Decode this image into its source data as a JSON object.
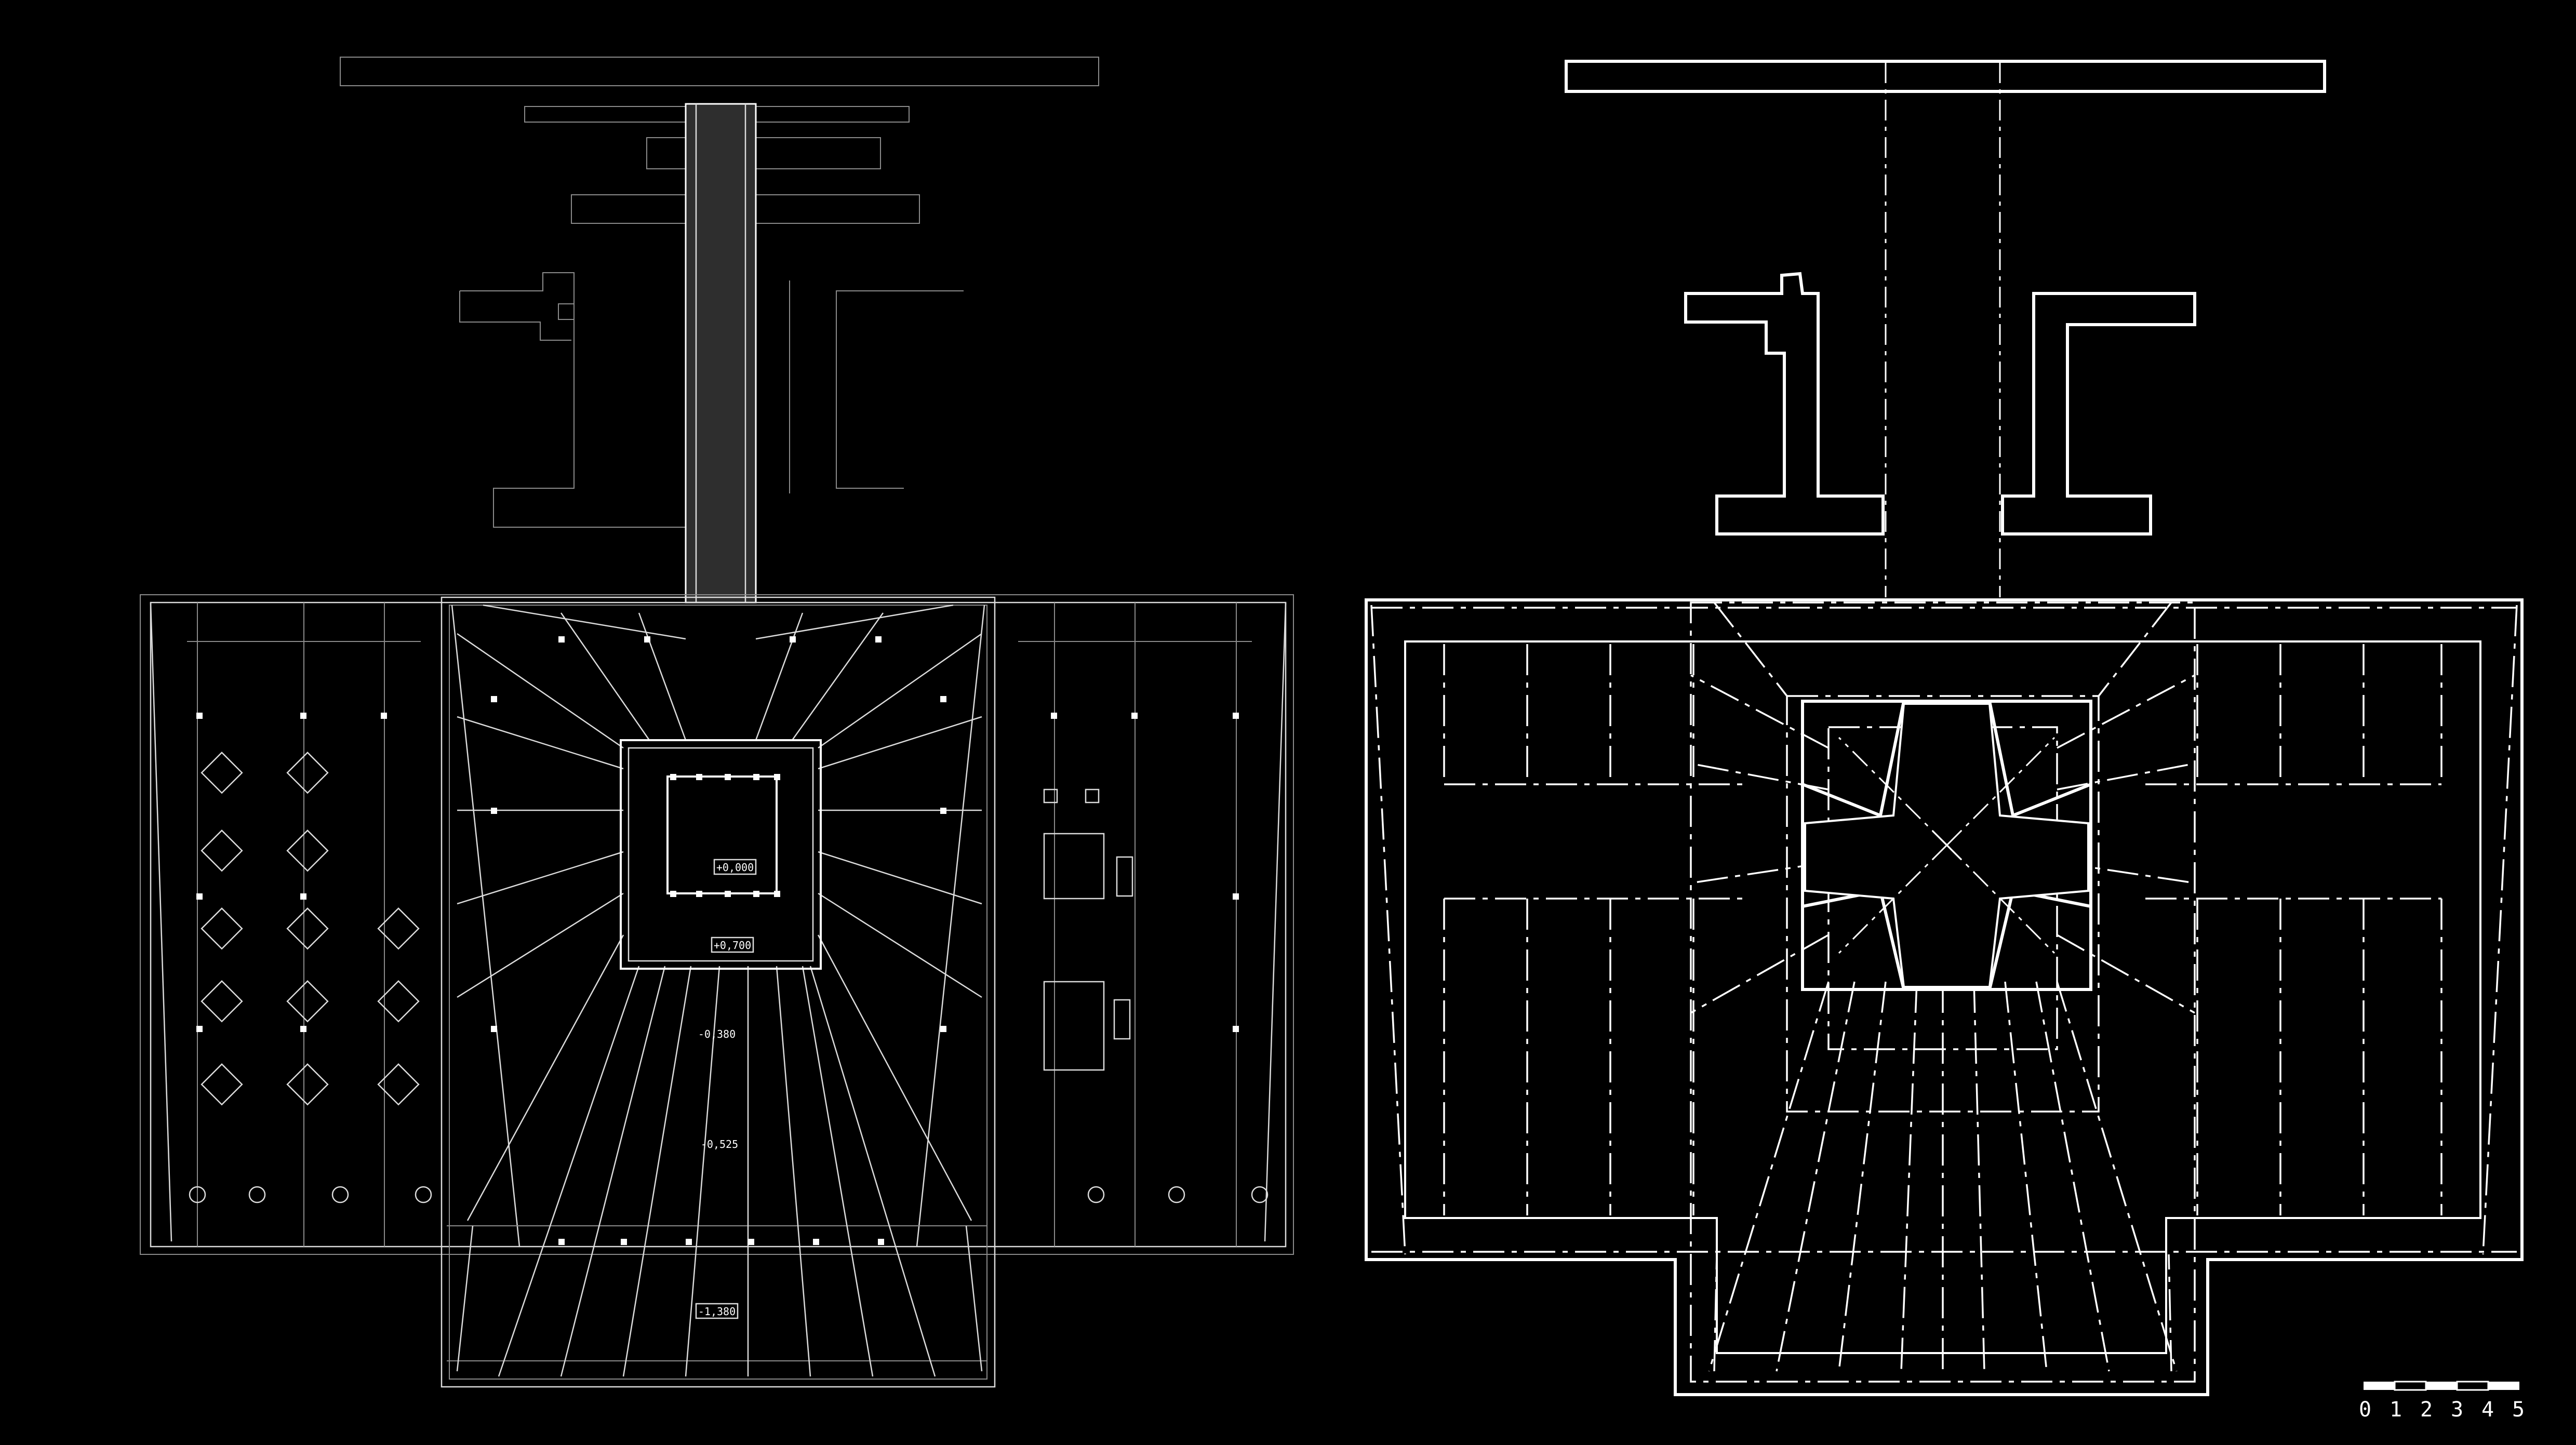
{
  "plan": {
    "levels": [
      "+0,000",
      "+0,700",
      "-0,380",
      "-0,525",
      "-1,380"
    ]
  },
  "scale_bar": {
    "labels": [
      "0",
      "1",
      "2",
      "3",
      "4",
      "5"
    ]
  }
}
